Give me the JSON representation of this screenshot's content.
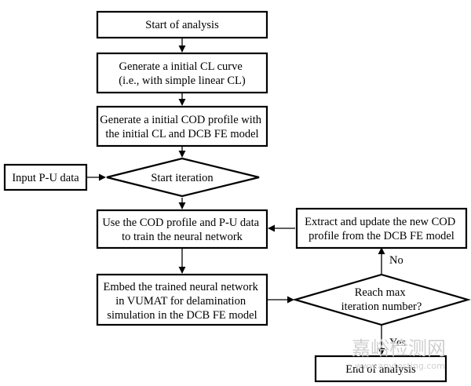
{
  "flowchart": {
    "start": "Start of analysis",
    "step1": [
      "Generate a initial CL curve",
      "(i.e., with simple linear CL)"
    ],
    "step2": [
      "Generate a initial COD profile with",
      "the initial CL and DCB FE model"
    ],
    "input": "Input P-U data",
    "iteration": "Start iteration",
    "train": [
      "Use the COD profile and P-U data",
      "to train the neural network"
    ],
    "extract": [
      "Extract and update the new COD",
      "profile from the DCB FE model"
    ],
    "embed": [
      "Embed the trained neural network",
      "in VUMAT for delamination",
      "simulation in the DCB FE model"
    ],
    "decision": [
      "Reach max",
      "iteration number?"
    ],
    "no_label": "No",
    "yes_label": "Yes",
    "end": "End of analysis"
  },
  "watermark": {
    "text": "嘉峪检测网",
    "url": "www.anytesting.com"
  }
}
